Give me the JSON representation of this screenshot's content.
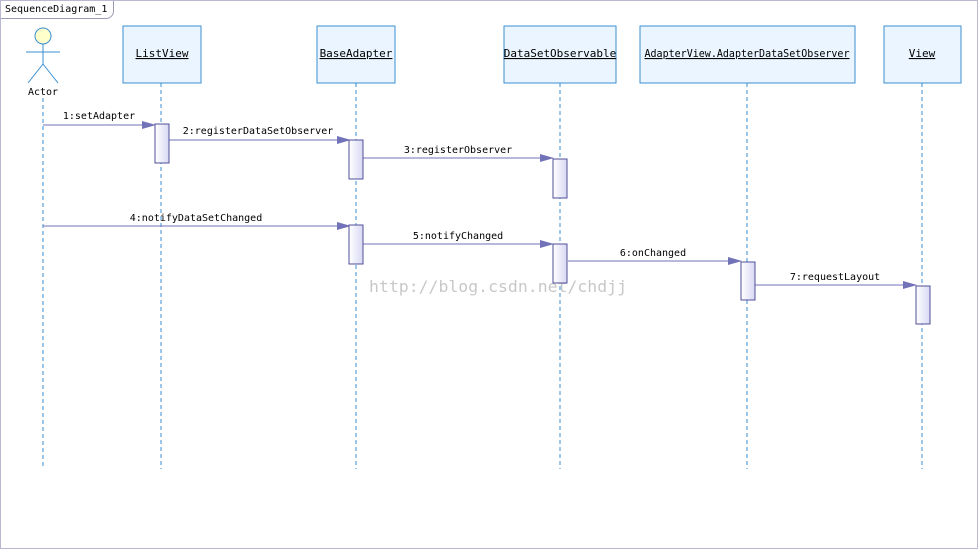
{
  "diagram": {
    "title": "SequenceDiagram_1",
    "watermark": "http://blog.csdn.net/chdjj",
    "actor": {
      "name": "Actor"
    },
    "lifelines": [
      {
        "id": "listview",
        "name": "ListView"
      },
      {
        "id": "baseadapter",
        "name": "BaseAdapter"
      },
      {
        "id": "datasetobservable",
        "name": "DataSetObservable"
      },
      {
        "id": "adapterdatasetobserver",
        "name": "AdapterView.AdapterDataSetObserver"
      },
      {
        "id": "view",
        "name": "View"
      }
    ],
    "messages": [
      {
        "label": "1:setAdapter",
        "from": "actor",
        "to": "listview"
      },
      {
        "label": "2:registerDataSetObserver",
        "from": "listview",
        "to": "baseadapter"
      },
      {
        "label": "3:registerObserver",
        "from": "baseadapter",
        "to": "datasetobservable"
      },
      {
        "label": "4:notifyDataSetChanged",
        "from": "actor",
        "to": "baseadapter"
      },
      {
        "label": "5:notifyChanged",
        "from": "baseadapter",
        "to": "datasetobservable"
      },
      {
        "label": "6:onChanged",
        "from": "datasetobservable",
        "to": "adapterdatasetobserver"
      },
      {
        "label": "7:requestLayout",
        "from": "adapterdatasetobserver",
        "to": "view"
      }
    ],
    "colors": {
      "box_fill": "#eaf5ff",
      "box_border": "#3a8fd0",
      "lifeline": "#3a8fd0",
      "arrow": "#7272b8",
      "activation_fill": "#e4e4f8",
      "activation_border": "#50509a",
      "actor_head": "#ffffcc",
      "watermark": "#c8c8c8"
    }
  }
}
